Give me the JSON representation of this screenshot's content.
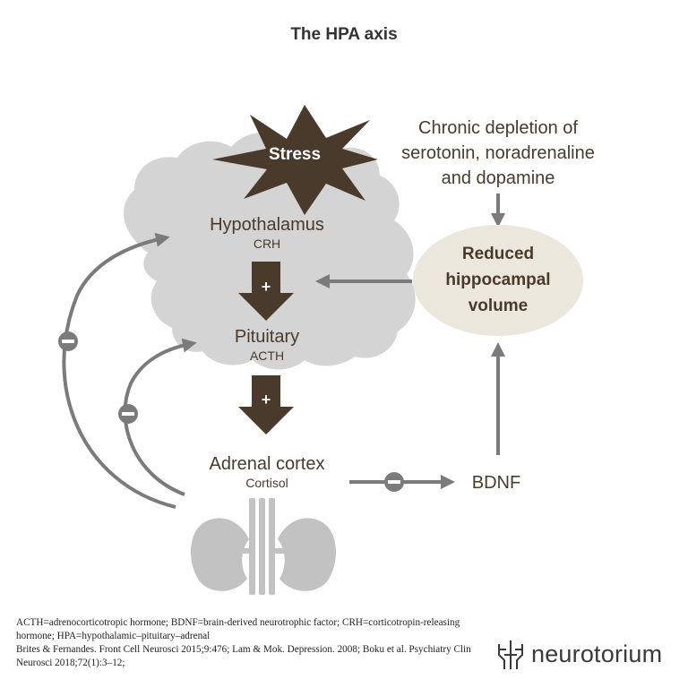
{
  "title": "The HPA axis",
  "stress": "Stress",
  "chronic_depletion": {
    "line1": "Chronic depletion of",
    "line2": "serotonin, noradrenaline",
    "line3": "and dopamine"
  },
  "hippocampus": {
    "line1": "Reduced",
    "line2": "hippocampal",
    "line3": "volume"
  },
  "hypothalamus": {
    "label": "Hypothalamus",
    "hormone": "CRH"
  },
  "pituitary": {
    "label": "Pituitary",
    "hormone": "ACTH"
  },
  "adrenal": {
    "label": "Adrenal cortex",
    "hormone": "Cortisol"
  },
  "bdnf": "BDNF",
  "plus_sign": "+",
  "footer": {
    "abbreviations": "ACTH=adrenocorticotropic hormone; BDNF=brain-derived neurotrophic factor; CRH=corticotropin-releasing hormone; HPA=hypothalamic–pituitary–adrenal",
    "references": "Brites & Fernandes. Front Cell Neurosci 2015;9:476; Lam & Mok. Depression. 2008; Boku et al. Psychiatry Clin Neurosci 2018;72(1):3–12;"
  },
  "logo": {
    "text": "neurotorium",
    "icon": "neurotorium-logo-icon"
  },
  "colors": {
    "brown": "#4a3a2c",
    "arrow_gray": "#7b7b7b",
    "brain_gray": "#d4d4d4",
    "hippocampus_fill": "#ece7dc"
  }
}
